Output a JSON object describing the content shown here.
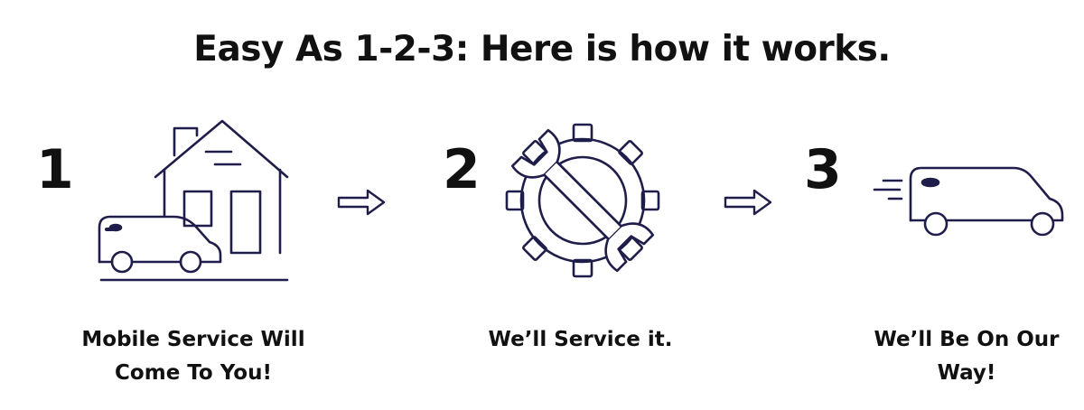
{
  "title": "Easy As 1-2-3: Here is how it works.",
  "colors": {
    "icon_stroke": "#1f1d4a",
    "accent": "#1f1d4a",
    "text": "#111111"
  },
  "steps": [
    {
      "number": "1",
      "icon": "house-with-van-icon",
      "caption_lines": [
        "Mobile Service Will",
        "Come To You!"
      ]
    },
    {
      "number": "2",
      "icon": "gear-wrench-icon",
      "caption_lines": [
        "We’ll Service it."
      ]
    },
    {
      "number": "3",
      "icon": "moving-van-icon",
      "caption_lines": [
        "We’ll Be On Our",
        "Way!"
      ]
    }
  ],
  "connectors": [
    "arrow-right-icon",
    "arrow-right-icon"
  ]
}
